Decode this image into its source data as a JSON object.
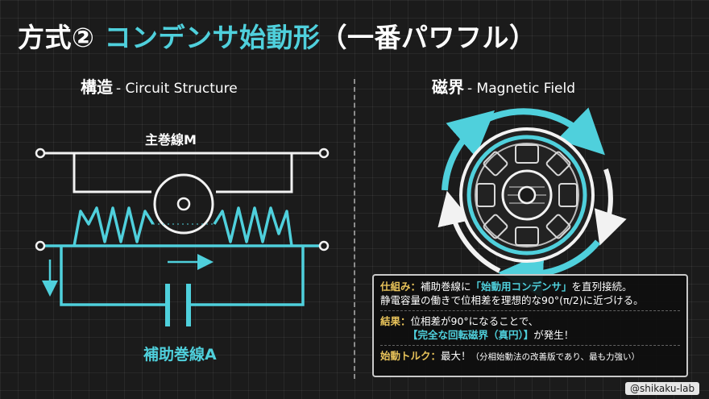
{
  "title": {
    "prefix": "方式②",
    "main": "コンデンサ始動形",
    "suffix": "（一番パワフル）"
  },
  "left_section": {
    "heading": "構造",
    "subheading": "- Circuit Structure"
  },
  "right_section": {
    "heading": "磁界",
    "subheading": "- Magnetic Field"
  },
  "diagram": {
    "main_coil_label": "主巻線M",
    "aux_coil_label": "補助巻線A"
  },
  "info": {
    "mechanism_label": "仕組み：",
    "mechanism_text_1": "補助巻線に",
    "mechanism_highlight": "「始動用コンデンサ」",
    "mechanism_text_2": "を直列接続。",
    "mechanism_line2": "静電容量の働きで位相差を理想的な90°(π/2)に近づける。",
    "result_label": "結果：",
    "result_text": "位相差が90°になることで、",
    "result_highlight": "【完全な回転磁界（真円）】",
    "result_text_2": "が発生！",
    "torque_label": "始動トルク：",
    "torque_text": "最大！",
    "torque_note": "（分相始動法の改善版であり、最も力強い）"
  },
  "watermark": "@shikaku-lab",
  "colors": {
    "accent": "#4fd0dc",
    "label_gold": "#e8c35a",
    "wire": "#f2f2f2",
    "background": "#1b1b1b"
  }
}
